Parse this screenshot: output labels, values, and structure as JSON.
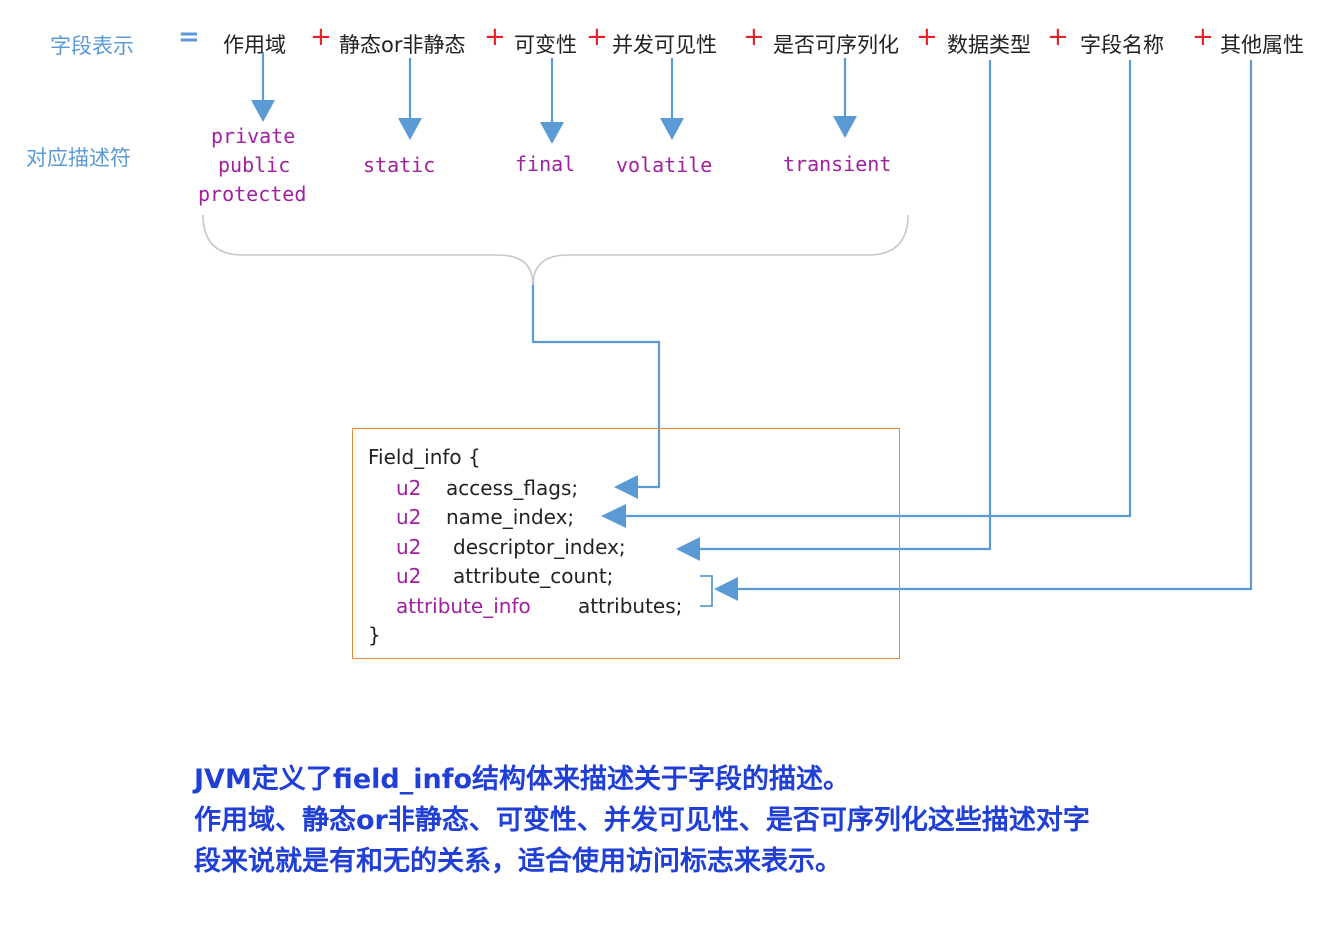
{
  "labels": {
    "field_repr": "字段表示",
    "equals": "=",
    "descriptor_row": "对应描述符"
  },
  "terms": {
    "scope": "作用域",
    "static": "静态or非静态",
    "mutability": "可变性",
    "visibility": "并发可见性",
    "serializable": "是否可序列化",
    "datatype": "数据类型",
    "fieldname": "字段名称",
    "other": "其他属性"
  },
  "plus": "+",
  "modifiers": {
    "private": "private",
    "public": "public",
    "protected": "protected",
    "static": "static",
    "final": "final",
    "volatile": "volatile",
    "transient": "transient"
  },
  "code": {
    "open": "Field_info {",
    "l1_type": "u2",
    "l1_name": "access_flags;",
    "l2_type": "u2",
    "l2_name": "name_index;",
    "l3_type": "u2",
    "l3_name": "descriptor_index;",
    "l4_type": "u2",
    "l4_name": "attribute_count;",
    "l5_type": "attribute_info",
    "l5_name": "attributes;",
    "close": "}"
  },
  "note": {
    "line1": "JVM定义了field_info结构体来描述关于字段的描述。",
    "line2": "作用域、静态or非静态、可变性、并发可见性、是否可序列化这些描述对字",
    "line3": "段来说就是有和无的关系，适合使用访问标志来表示。"
  },
  "colors": {
    "label_blue": "#5b9bd5",
    "plus_red": "#e8202a",
    "modifier_purple": "#a020a0",
    "box_orange": "#e08a40",
    "note_blue": "#1f3fd6",
    "brace_gray": "#c8c8c8"
  }
}
